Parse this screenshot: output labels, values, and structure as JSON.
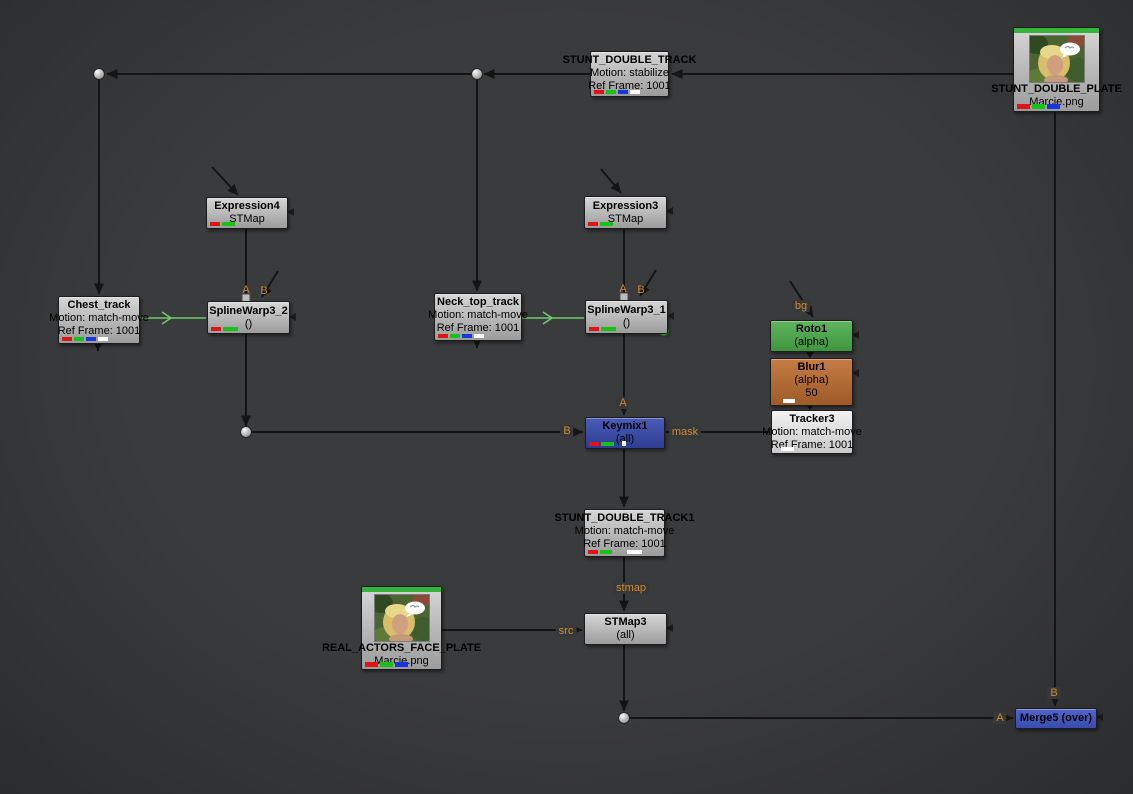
{
  "app": {
    "name": "Nuke node graph"
  },
  "colors": {
    "wire": "#141414",
    "expression_link": "#6fc96f",
    "port_label": "#d08b2c",
    "node_gray_top": "#d6d6d6",
    "node_gray_bottom": "#9c9c9c",
    "node_selected_top": "#f2f2f2",
    "node_selected_bottom": "#c9c9c9",
    "keymix_blue_top": "#4a5cb8",
    "keymix_blue_bottom": "#2f3e92",
    "merge_blue_top": "#5064cc",
    "merge_blue_bottom": "#3a4cae",
    "roto_green_top": "#5eb55e",
    "roto_green_bottom": "#3f963f",
    "blur_orange_top": "#c47c42",
    "blur_orange_bottom": "#9e5a28",
    "read_bar_green": "#35b33a",
    "indicator_green": "#54d454",
    "chip_red": "#e01414",
    "chip_green": "#17c117",
    "chip_blue": "#1a35e0",
    "chip_white": "#ffffff"
  },
  "nodes": [
    {
      "name": "STUNT_DOUBLE_PLATE",
      "file": "Marcie.png"
    },
    {
      "name": "STUNT_DOUBLE_TRACK",
      "motion": "Motion: stabilize",
      "ref": "Ref Frame: 1001"
    },
    {
      "name": "Chest_track",
      "motion": "Motion: match-move",
      "ref": "Ref Frame: 1001"
    },
    {
      "name": "Expression4",
      "sub": "STMap"
    },
    {
      "name": "SplineWarp3_2",
      "sub": "()"
    },
    {
      "name": "Neck_top_track",
      "motion": "Motion: match-move",
      "ref": "Ref Frame: 1001"
    },
    {
      "name": "Expression3",
      "sub": "STMap"
    },
    {
      "name": "SplineWarp3_1",
      "sub": "()"
    },
    {
      "name": "Roto1",
      "sub": "(alpha)"
    },
    {
      "name": "Blur1",
      "sub": "(alpha)",
      "value": "50"
    },
    {
      "name": "Tracker3",
      "motion": "Motion: match-move",
      "ref": "Ref Frame: 1001"
    },
    {
      "name": "Keymix1",
      "sub": "(all)"
    },
    {
      "name": "STUNT_DOUBLE_TRACK1",
      "motion": "Motion: match-move",
      "ref": "Ref Frame: 1001"
    },
    {
      "name": "STMap3",
      "sub": "(all)"
    },
    {
      "name": "REAL_ACTORS_FACE_PLATE",
      "file": "Marcie.png"
    },
    {
      "name": "Merge5 (over)"
    }
  ],
  "ports": {
    "a": "A",
    "b": "B",
    "mask": "mask",
    "bg": "bg",
    "stmap": "stmap",
    "src": "src"
  }
}
